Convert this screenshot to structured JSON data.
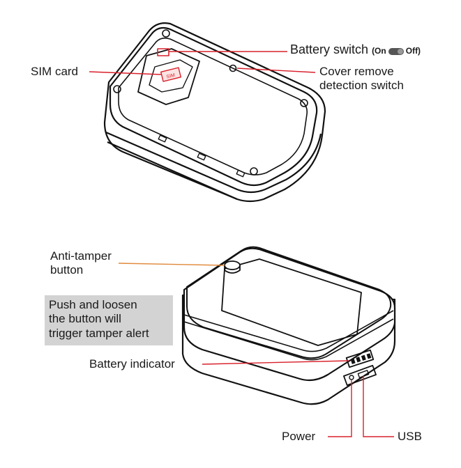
{
  "labels": {
    "battery_switch": "Battery switch",
    "switch_on": "(On",
    "switch_off": "Off)",
    "sim_card": "SIM card",
    "cover_remove_line1": "Cover remove",
    "cover_remove_line2": "detection switch",
    "anti_tamper_line1": "Anti-tamper",
    "anti_tamper_line2": "button",
    "note_line1": "Push and loosen",
    "note_line2": "the button will",
    "note_line3": "trigger tamper alert",
    "battery_indicator": "Battery indicator",
    "power": "Power",
    "usb": "USB",
    "sim_slot_text": "SIM"
  },
  "colors": {
    "leader_red": "#d9202a",
    "leader_orange": "#e0893a",
    "device_stroke": "#111111",
    "note_bg": "#d3d3d3"
  }
}
